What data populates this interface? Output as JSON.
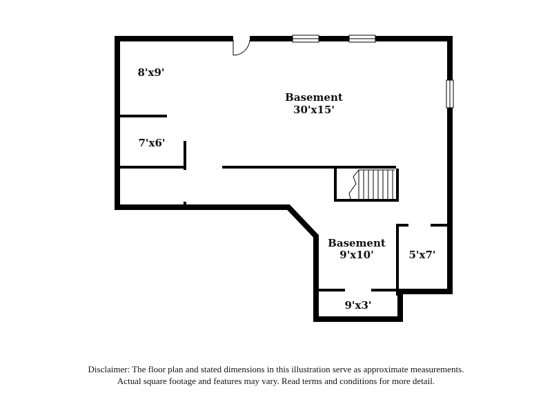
{
  "rooms": {
    "room_8x9": "8'x9'",
    "basement_main_name": "Basement",
    "basement_main_dims": "30'x15'",
    "room_7x6": "7'x6'",
    "basement_small_name": "Basement",
    "basement_small_dims": "9'x10'",
    "room_5x7": "5'x7'",
    "room_9x3": "9'x3'"
  },
  "disclaimer": {
    "line1": "Disclaimer: The floor plan and stated dimensions in this illustration serve as approximate measurements.",
    "line2": "Actual square footage and features may vary. Read terms and conditions for more detail."
  }
}
